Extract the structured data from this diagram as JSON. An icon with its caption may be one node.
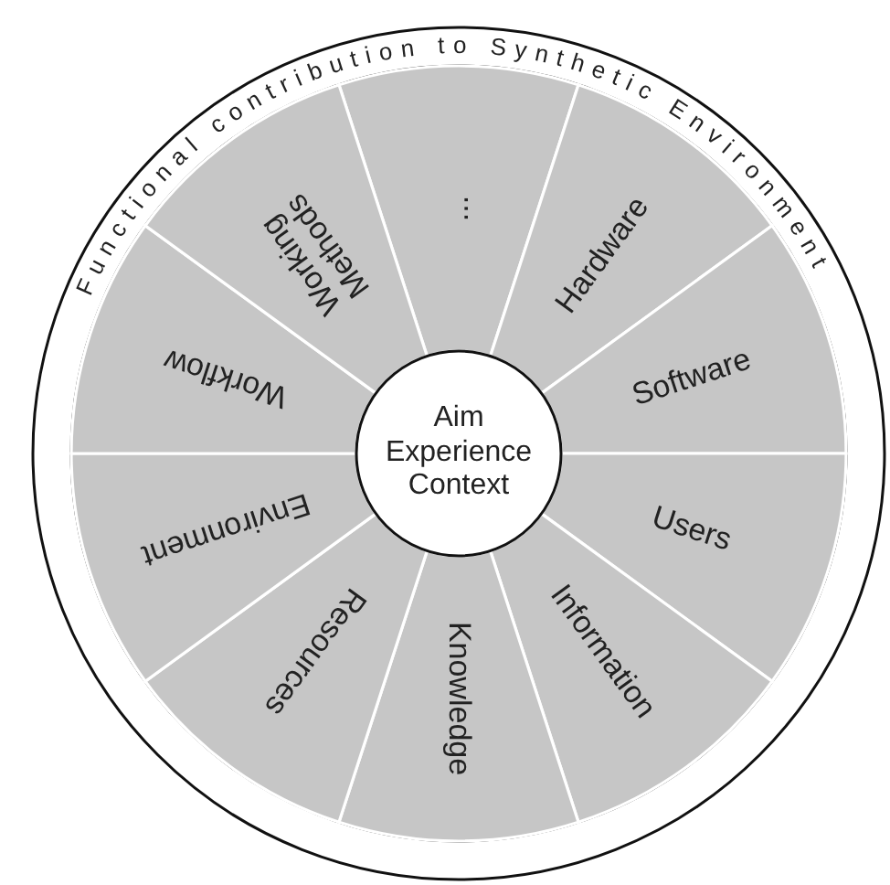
{
  "diagram": {
    "title": "Functional contribution to Synthetic Environment",
    "nodes": [
      {
        "text": [
          "Aim",
          "Experience",
          "Context"
        ]
      },
      {
        "text": [
          "..."
        ]
      },
      {
        "text": [
          "Hardware"
        ]
      },
      {
        "text": [
          "Software"
        ]
      },
      {
        "text": [
          "Users"
        ]
      },
      {
        "text": [
          "Information"
        ]
      },
      {
        "text": [
          "Knowledge"
        ]
      },
      {
        "text": [
          "Resources"
        ]
      },
      {
        "text": [
          "Environment"
        ]
      },
      {
        "text": [
          "Workflow"
        ]
      },
      {
        "text": [
          "Working Methods"
        ]
      }
    ]
  }
}
